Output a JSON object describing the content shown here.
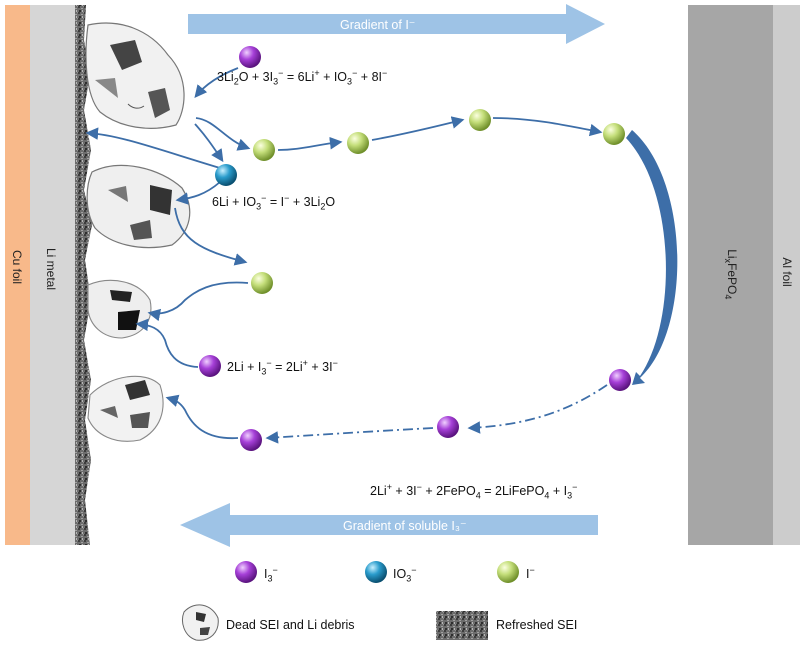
{
  "panels": {
    "cu_foil": "Cu foil",
    "li_metal": "Li metal",
    "cathode": "LixFePO4",
    "al_foil": "Al foil"
  },
  "gradients": {
    "top": "Gradient of I⁻",
    "bottom": "Gradient of soluble I₃⁻"
  },
  "equations": {
    "eq1": "3Li2O + 3I3⁻ = 6Li⁺ + IO3⁻ + 8I⁻",
    "eq2": "6Li + IO3⁻ = I⁻ + 3Li2O",
    "eq3": "2Li + I3⁻ = 2Li⁺ + 3I⁻",
    "eq4": "2Li⁺ + 3I⁻ + 2FePO4 = 2LiFePO4 + I3⁻"
  },
  "legend": {
    "i3": "I3⁻",
    "io3": "IO3⁻",
    "i": "I⁻",
    "dead_sei": "Dead SEI and Li debris",
    "refreshed_sei": "Refreshed SEI"
  },
  "colors": {
    "cu_foil": "#f8b98a",
    "li_metal": "#d6d6d6",
    "cathode": "#a6a6a6",
    "al_foil": "#cccccc",
    "gradient_arrow": "#9ec3e6",
    "flow_arrow": "#3d6ea8",
    "i3_ball": "#9b30c8",
    "io3_ball": "#1f8db8",
    "i_ball": "#b5d35e"
  }
}
